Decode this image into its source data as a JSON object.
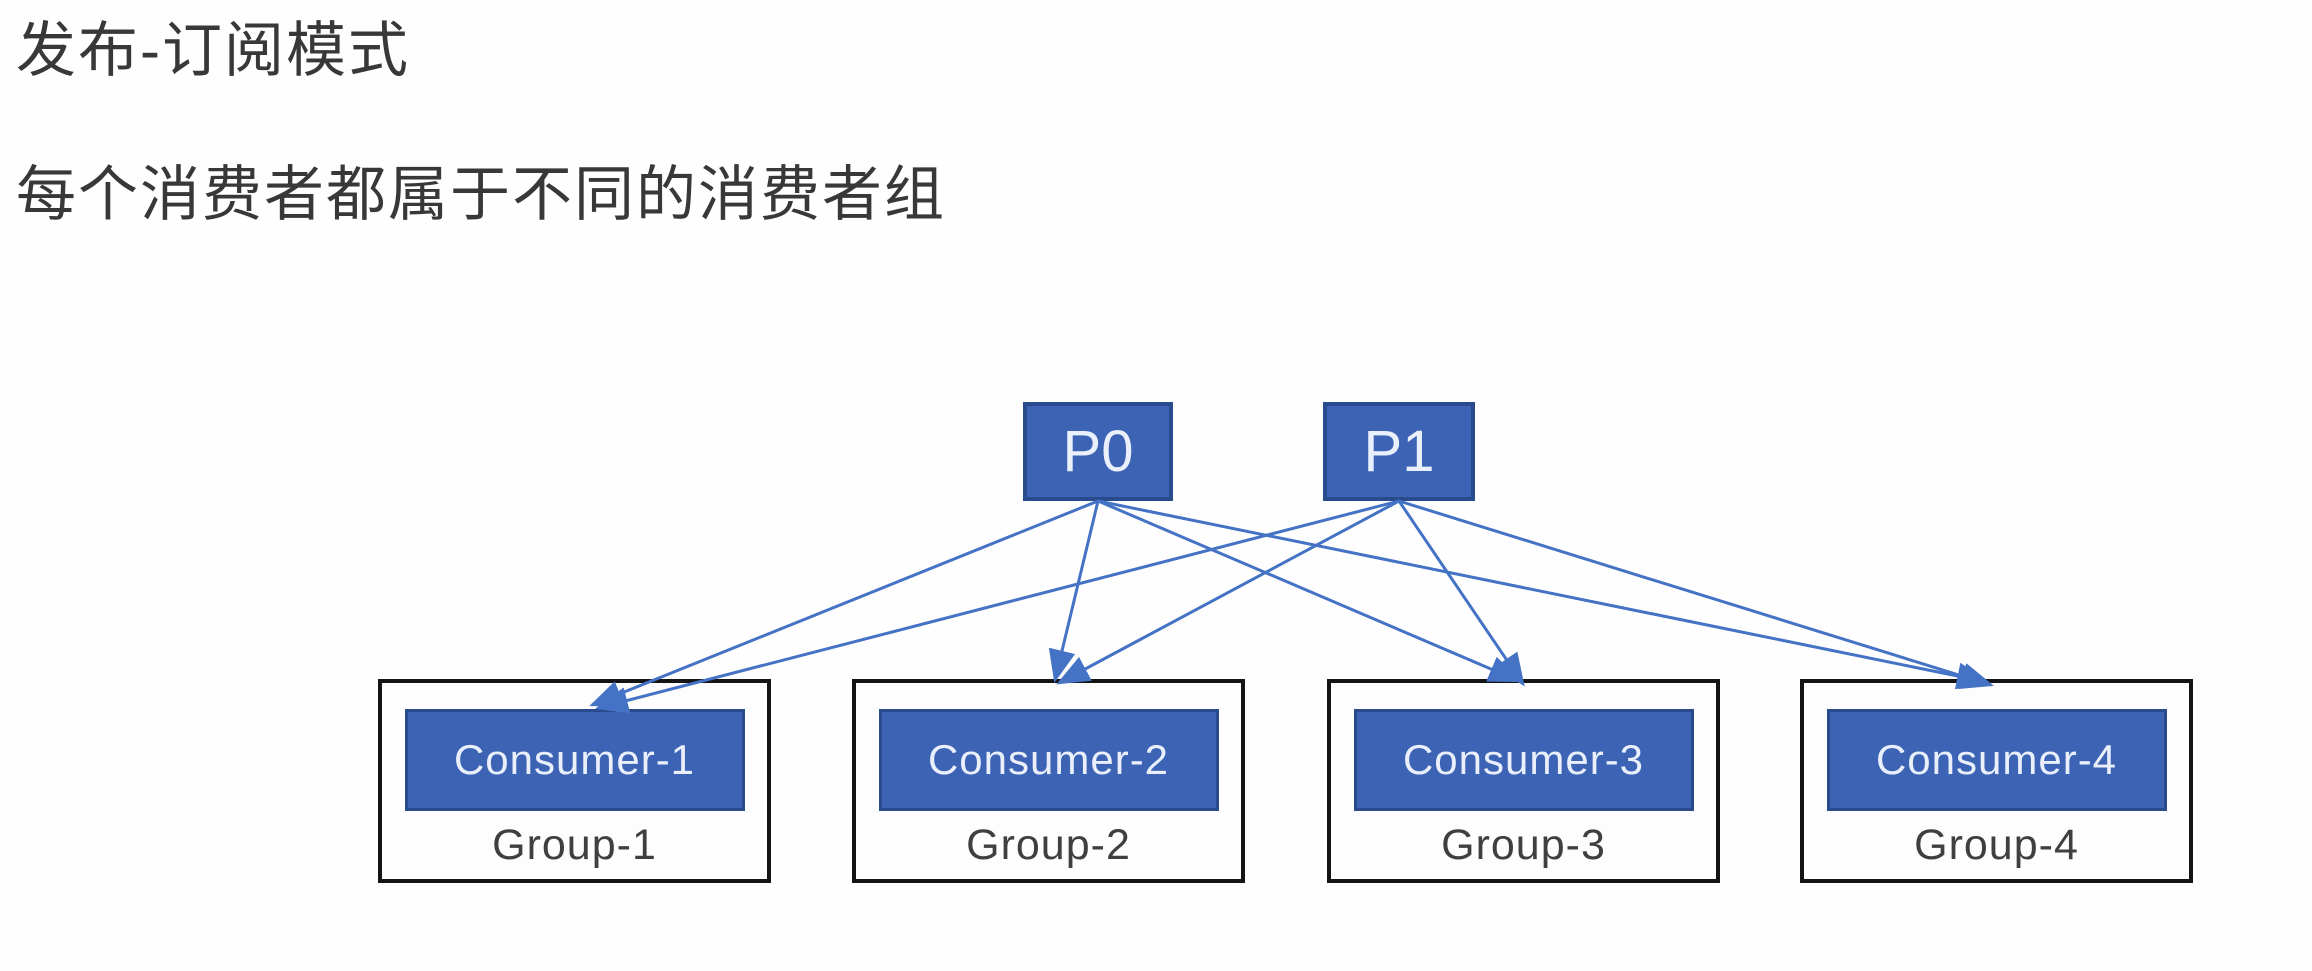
{
  "page": {
    "title": "发布-订阅模式",
    "subtitle": "每个消费者都属于不同的消费者组"
  },
  "diagram": {
    "partitions": [
      {
        "label": "P0"
      },
      {
        "label": "P1"
      }
    ],
    "groups": [
      {
        "consumer": "Consumer-1",
        "label": "Group-1"
      },
      {
        "consumer": "Consumer-2",
        "label": "Group-2"
      },
      {
        "consumer": "Consumer-3",
        "label": "Group-3"
      },
      {
        "consumer": "Consumer-4",
        "label": "Group-4"
      }
    ],
    "edges": [
      {
        "from": "P0",
        "to": "Consumer-1"
      },
      {
        "from": "P0",
        "to": "Consumer-2"
      },
      {
        "from": "P0",
        "to": "Consumer-3"
      },
      {
        "from": "P0",
        "to": "Consumer-4"
      },
      {
        "from": "P1",
        "to": "Consumer-1"
      },
      {
        "from": "P1",
        "to": "Consumer-2"
      },
      {
        "from": "P1",
        "to": "Consumer-3"
      },
      {
        "from": "P1",
        "to": "Consumer-4"
      }
    ],
    "colors": {
      "node_fill": "#3d63b5",
      "node_border": "#2a4a8e",
      "arrow": "#4472c4",
      "group_border": "#141414",
      "node_text": "#e9effb",
      "label_text": "#3f3f3f",
      "title_text": "#383838",
      "background": "#fefefe"
    }
  }
}
